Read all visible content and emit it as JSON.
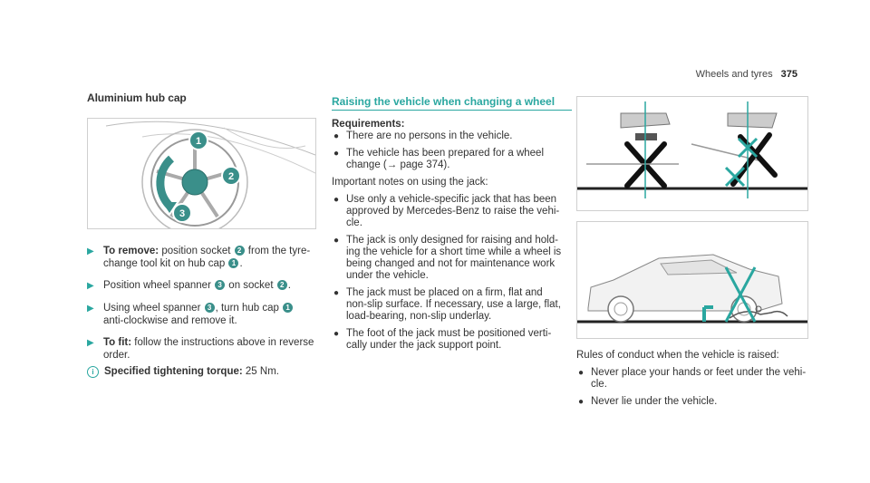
{
  "header": {
    "section": "Wheels and tyres",
    "page": "375"
  },
  "col1": {
    "title": "Aluminium hub cap",
    "figure": {
      "icon": "hub-cap-wheel-illustration",
      "callouts": [
        "1",
        "2",
        "3"
      ],
      "accent": "#3a8f8a"
    },
    "steps": [
      {
        "bold": "To remove:",
        "parts": [
          " position socket ",
          "2",
          " from the tyre-change tool kit on hub cap ",
          "1",
          "."
        ]
      },
      {
        "bold": "",
        "parts": [
          "Position wheel spanner ",
          "3",
          " on socket ",
          "2",
          "."
        ]
      },
      {
        "bold": "",
        "parts": [
          "Using wheel spanner ",
          "3",
          ", turn hub cap ",
          "1",
          " anti-clockwise and remove it."
        ]
      },
      {
        "bold": "To fit:",
        "parts": [
          " follow the instructions above in reverse order."
        ]
      }
    ],
    "info": {
      "bold": "Specified tightening torque:",
      "text": " 25 Nm."
    }
  },
  "col2": {
    "title": "Raising the vehicle when changing a wheel",
    "req_title": "Requirements:",
    "req_items": [
      "There are no persons in the vehicle.",
      "The vehicle has been prepared for a wheel change (→ page 374)."
    ],
    "notes_title": "Important notes on using the jack:",
    "notes": [
      "Use only a vehicle-specific jack that has been approved by Mercedes-Benz to raise the vehi-cle.",
      "The jack is only designed for raising and hold-ing the vehicle for a short time while a wheel is being changed and not for maintenance work under the vehicle.",
      "The jack must be placed on a firm, flat and non-slip surface. If necessary, use a large, flat, load-bearing, non-slip underlay.",
      "The foot of the jack must be positioned verti-cally under the jack support point."
    ]
  },
  "col3": {
    "figure1": {
      "icon": "jack-correct-vs-incorrect-illustration",
      "accent": "#2aa7a0"
    },
    "figure2": {
      "icon": "person-under-vehicle-prohibited-illustration",
      "accent": "#2aa7a0"
    },
    "rules_title": "Rules of conduct when the vehicle is raised:",
    "rules": [
      "Never place your hands or feet under the vehi-cle.",
      "Never lie under the vehicle."
    ]
  }
}
